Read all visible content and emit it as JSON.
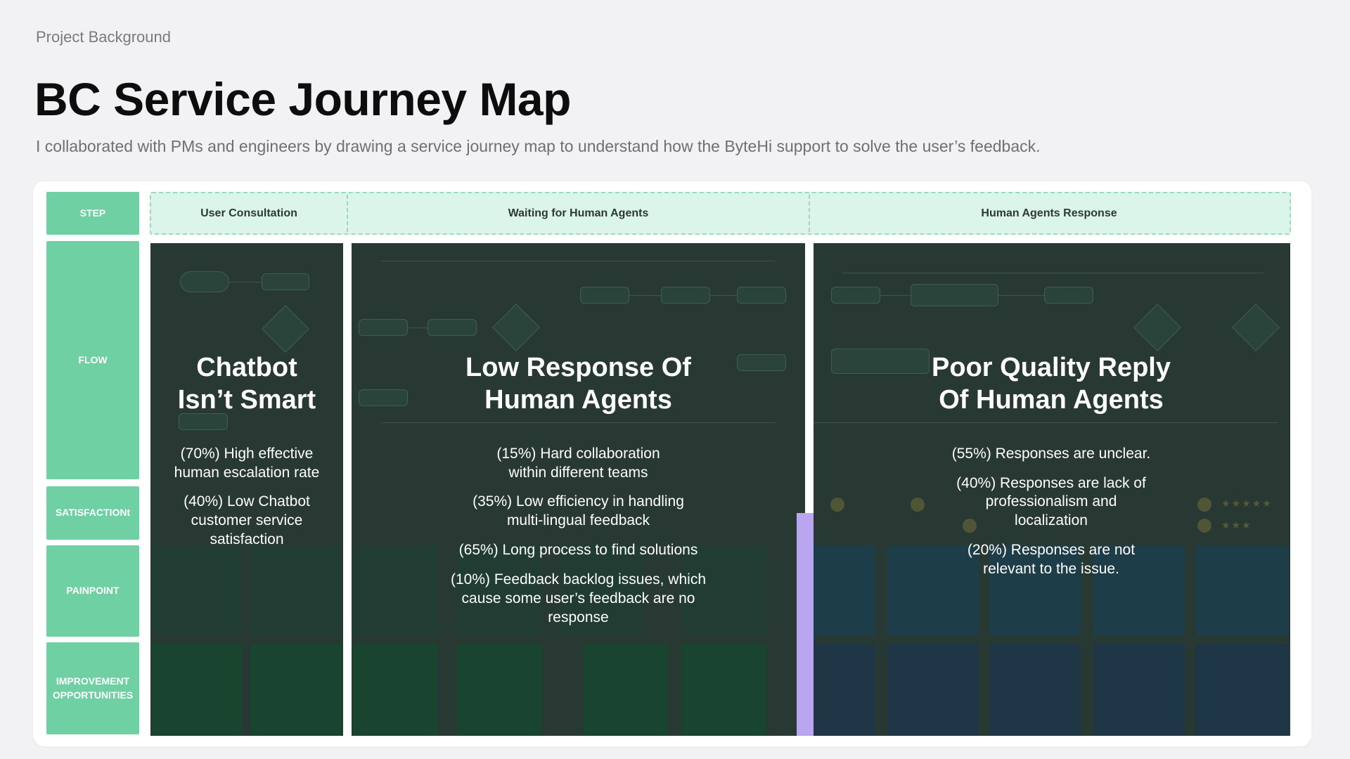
{
  "header": {
    "eyebrow": "Project Background",
    "title": "BC Service Journey Map",
    "subtitle": "I collaborated with PMs and engineers by drawing a service journey map to understand how the ByteHi support to solve the user’s feedback."
  },
  "rows": {
    "step": "STEP",
    "flow": "FLOW",
    "satisfaction": "SATISFACTIONt",
    "painpoint": "PAINPOINT",
    "improvement_line1": "IMPROVEMENT",
    "improvement_line2": "OPPORTUNITIES"
  },
  "steps": [
    "User Consultation",
    "Waiting for Human Agents",
    "Human Agents Response"
  ],
  "stages": [
    {
      "title_line1": "Chatbot",
      "title_line2": "Isn’t Smart",
      "points": [
        "(70%) High effective human escalation rate",
        "(40%) Low Chatbot customer service satisfaction"
      ]
    },
    {
      "title_line1": "Low Response Of",
      "title_line2": "Human Agents",
      "points": [
        "(15%) Hard collaboration within different teams",
        "(35%) Low efficiency in handling multi-lingual feedback",
        "(65%) Long process to find solutions",
        "(10%) Feedback backlog issues, which cause some user’s feedback are no response"
      ]
    },
    {
      "title_line1": "Poor Quality Reply",
      "title_line2": "Of Human Agents",
      "points": [
        "(55%) Responses are unclear.",
        "(40%) Responses are lack of professionalism and localization",
        "(20%) Responses are not relevant to the issue."
      ]
    }
  ],
  "colors": {
    "row_header": "#6fd0a4",
    "step_band": "#dcf5ea",
    "panel": "#283833",
    "accent": "#b9a5f0"
  },
  "rating_stars": [
    "★★★★★",
    "★★★"
  ]
}
